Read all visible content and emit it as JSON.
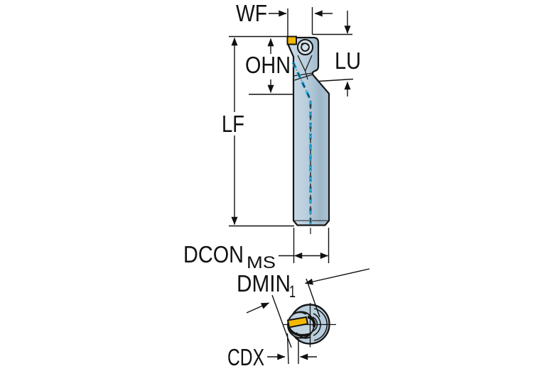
{
  "diagram": {
    "kind": "tool-dimension-drawing",
    "labels": {
      "wf": "WF",
      "ohn": "OHN",
      "lu": "LU",
      "lf": "LF",
      "dcon_base": "DCON",
      "dcon_sub": "MS",
      "dmin_base": "DMIN",
      "dmin_sub": "1",
      "cdx": "CDX"
    },
    "colors": {
      "background": "#ffffff",
      "outline": "#161616",
      "dimension_line": "#111111",
      "tool_body_light": "#cbdae4",
      "tool_body_mid": "#b9cedd",
      "tool_body_dark": "#9db7ca",
      "insert_yellow": "#f5b800",
      "coolant_cyan": "#29ace3"
    }
  }
}
